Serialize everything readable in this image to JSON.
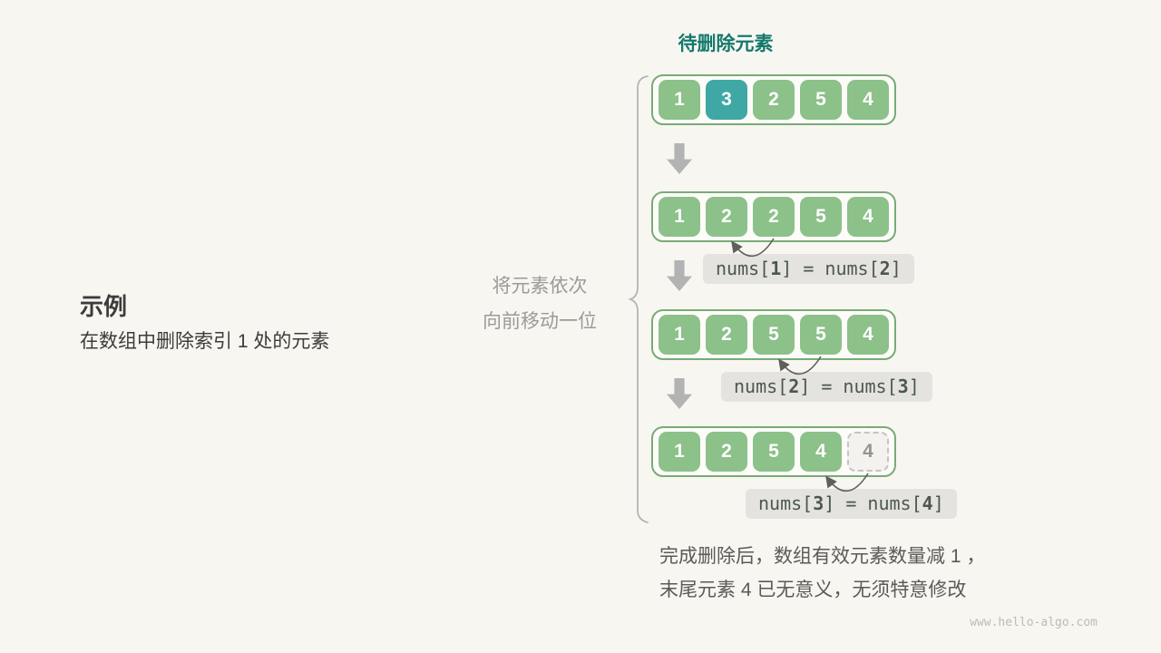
{
  "title": "待删除元素",
  "example": {
    "heading": "示例",
    "description": "在数组中删除索引 1 处的元素"
  },
  "shift_note": {
    "line1": "将元素依次",
    "line2": "向前移动一位"
  },
  "steps": [
    {
      "cells": [
        {
          "v": "1"
        },
        {
          "v": "3",
          "state": "highlight"
        },
        {
          "v": "2"
        },
        {
          "v": "5"
        },
        {
          "v": "4"
        }
      ]
    },
    {
      "cells": [
        {
          "v": "1"
        },
        {
          "v": "2",
          "bold": true
        },
        {
          "v": "2",
          "bold": true
        },
        {
          "v": "5"
        },
        {
          "v": "4"
        }
      ],
      "code": [
        {
          "t": "nums["
        },
        {
          "t": "1",
          "b": true
        },
        {
          "t": "] = nums["
        },
        {
          "t": "2",
          "b": true
        },
        {
          "t": "]"
        }
      ],
      "arc": {
        "from": 2,
        "to": 1
      }
    },
    {
      "cells": [
        {
          "v": "1"
        },
        {
          "v": "2"
        },
        {
          "v": "5",
          "bold": true
        },
        {
          "v": "5",
          "bold": true
        },
        {
          "v": "4"
        }
      ],
      "code": [
        {
          "t": "nums["
        },
        {
          "t": "2",
          "b": true
        },
        {
          "t": "] = nums["
        },
        {
          "t": "3",
          "b": true
        },
        {
          "t": "]"
        }
      ],
      "arc": {
        "from": 3,
        "to": 2
      }
    },
    {
      "cells": [
        {
          "v": "1"
        },
        {
          "v": "2"
        },
        {
          "v": "5"
        },
        {
          "v": "4",
          "bold": true
        },
        {
          "v": "4",
          "state": "ghost"
        }
      ],
      "code": [
        {
          "t": "nums["
        },
        {
          "t": "3",
          "b": true
        },
        {
          "t": "] = nums["
        },
        {
          "t": "4",
          "b": true
        },
        {
          "t": "]"
        }
      ],
      "arc": {
        "from": 4,
        "to": 3
      }
    }
  ],
  "footer": {
    "line1": "完成删除后，数组有效元素数量减 1 ，",
    "line2": "末尾元素 4 已无意义，无须特意修改"
  },
  "watermark": "www.hello-algo.com",
  "colors": {
    "page_bg": "#f8f6f1",
    "cell_green": "#8cc189",
    "cell_teal": "#3fa8a4",
    "box_border": "#78ab76",
    "arrow_gray": "#b3b3b3",
    "label_bg": "#e4e3e0",
    "title_teal": "#15796d"
  }
}
